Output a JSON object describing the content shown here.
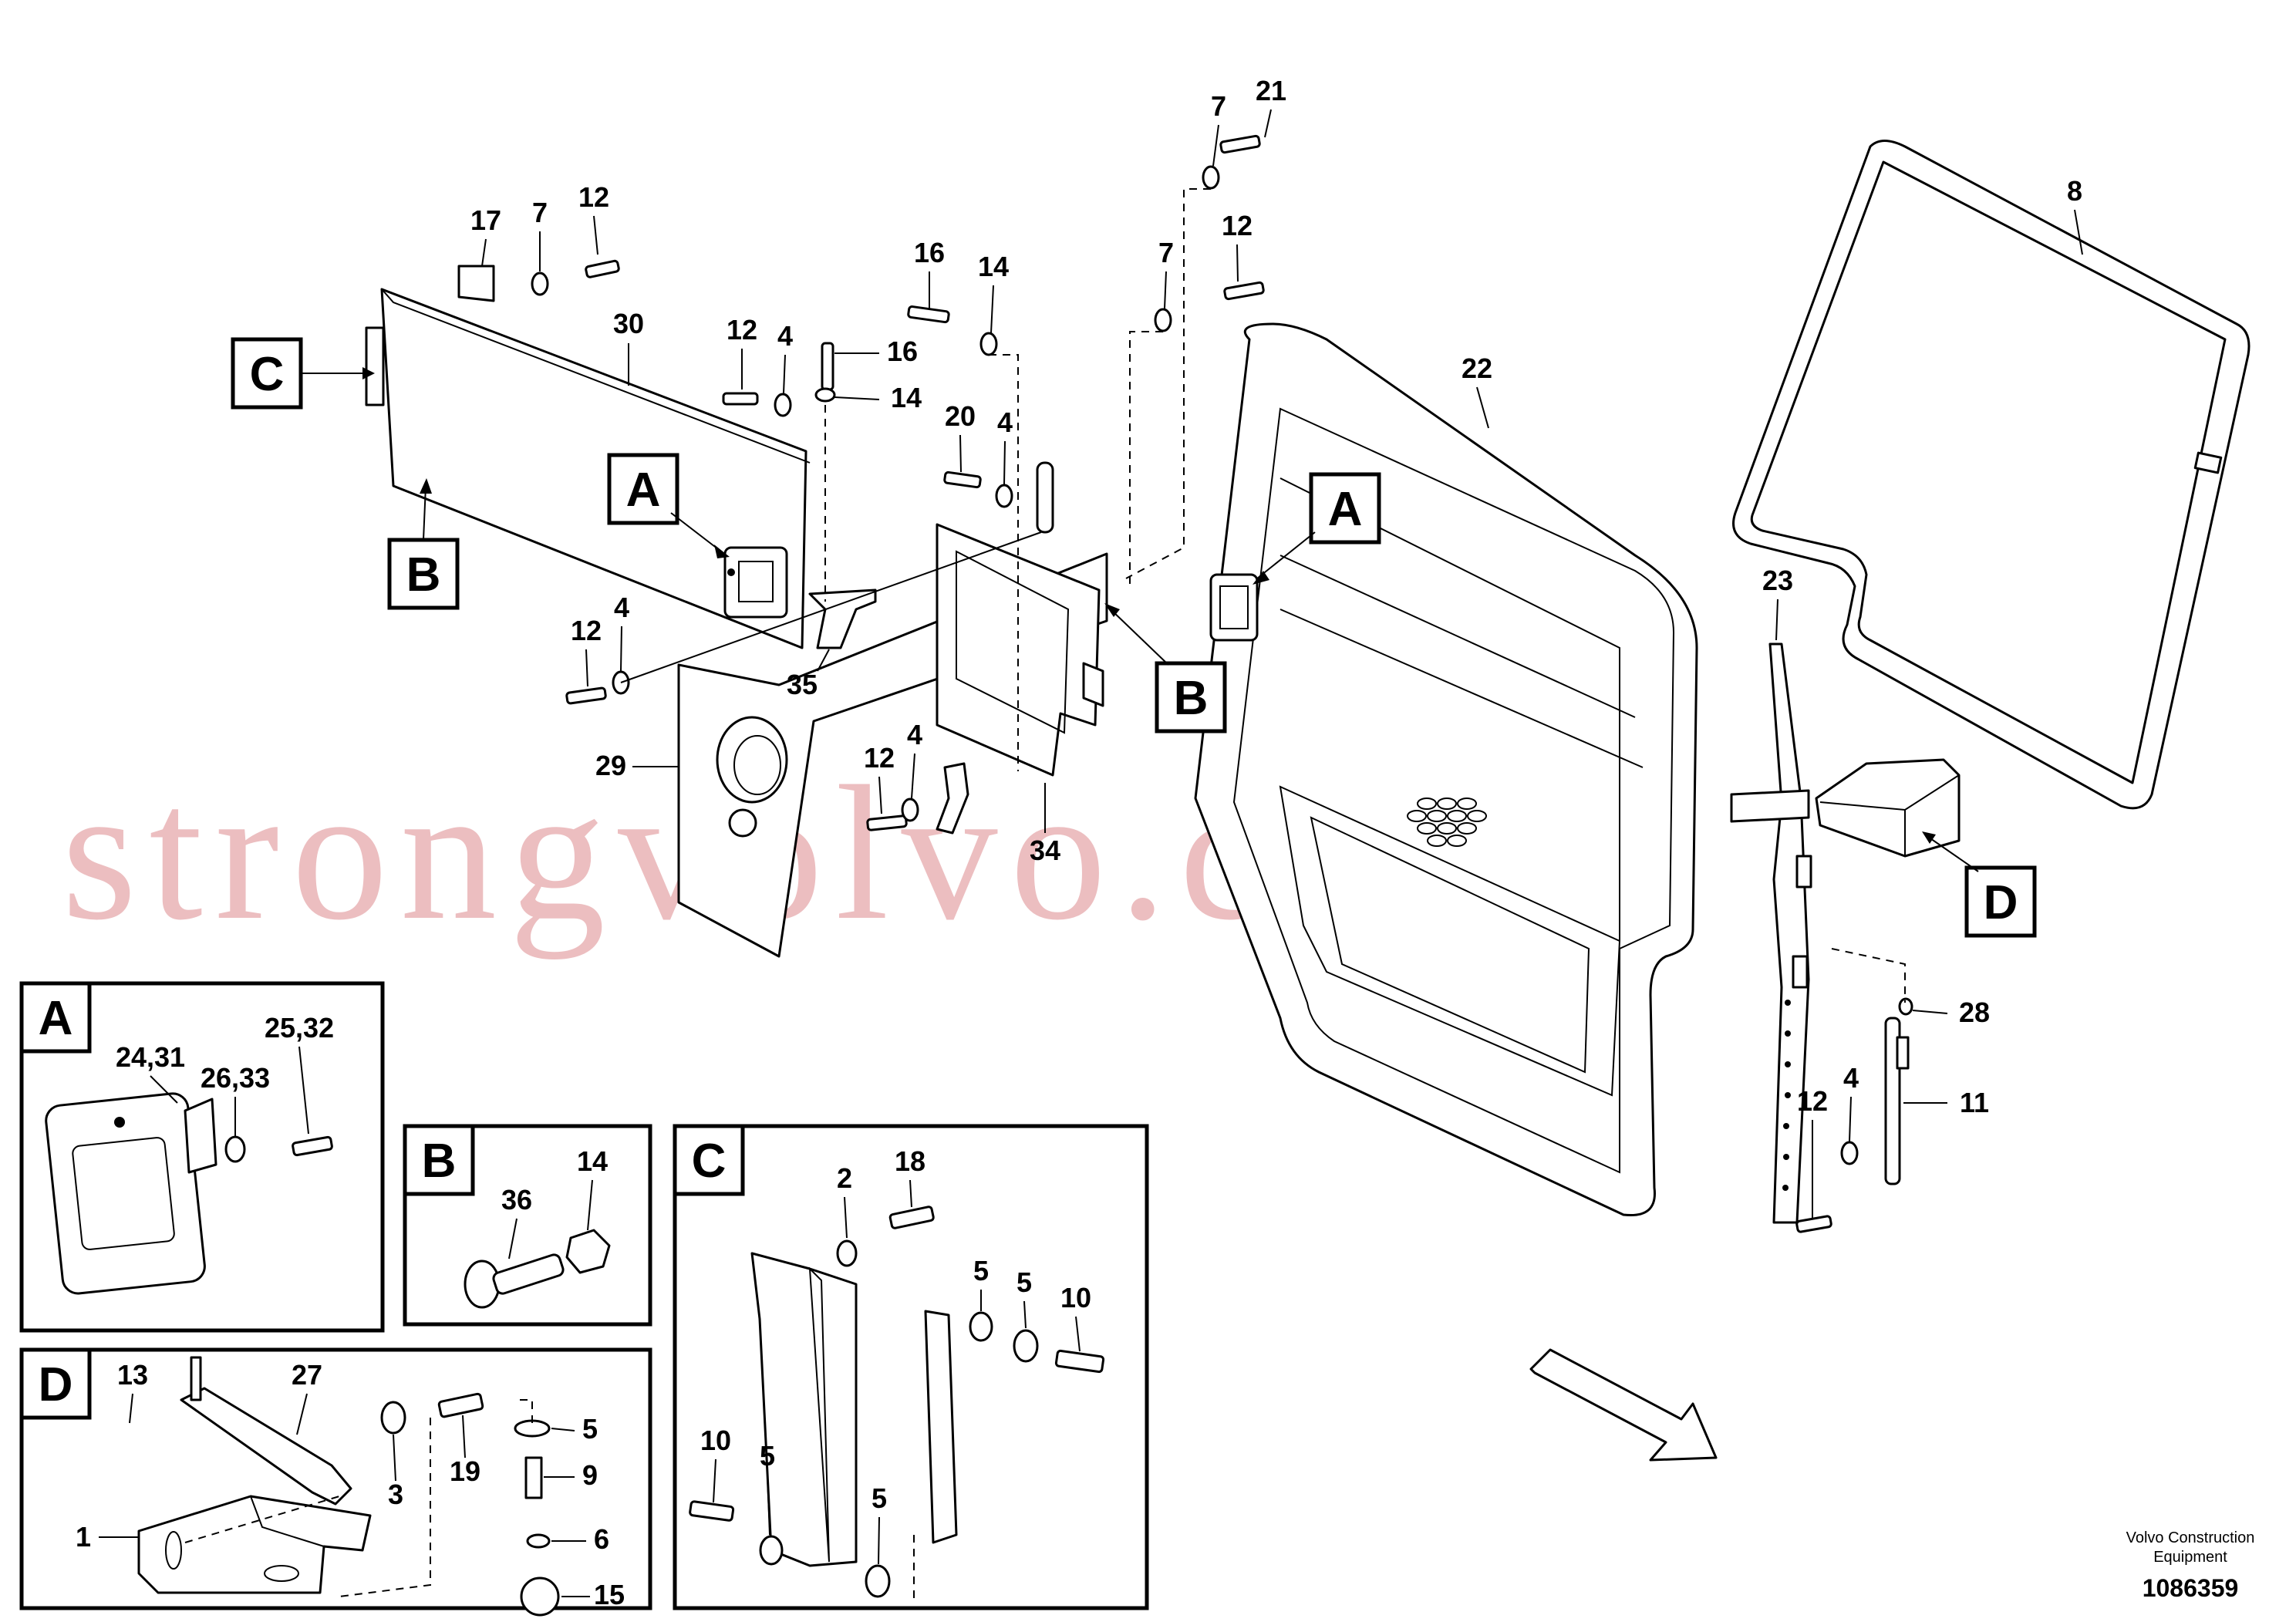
{
  "watermark": "strongvolvo.com",
  "callout_letters": {
    "a": "A",
    "b": "B",
    "c": "C",
    "d": "D"
  },
  "parts": {
    "p1": "1",
    "p2": "2",
    "p3": "3",
    "p4": "4",
    "p5": "5",
    "p6": "6",
    "p7": "7",
    "p8": "8",
    "p9": "9",
    "p10": "10",
    "p11": "11",
    "p12": "12",
    "p13": "13",
    "p14": "14",
    "p15": "15",
    "p16": "16",
    "p17": "17",
    "p18": "18",
    "p19": "19",
    "p20": "20",
    "p21": "21",
    "p22": "22",
    "p23": "23",
    "p24_31": "24,31",
    "p25_32": "25,32",
    "p26_33": "26,33",
    "p27": "27",
    "p28": "28",
    "p29": "29",
    "p30": "30",
    "p34": "34",
    "p35": "35",
    "p36": "36"
  },
  "publisher": {
    "line1": "Volvo Construction",
    "line2": "Equipment"
  },
  "document_number": "1086359"
}
